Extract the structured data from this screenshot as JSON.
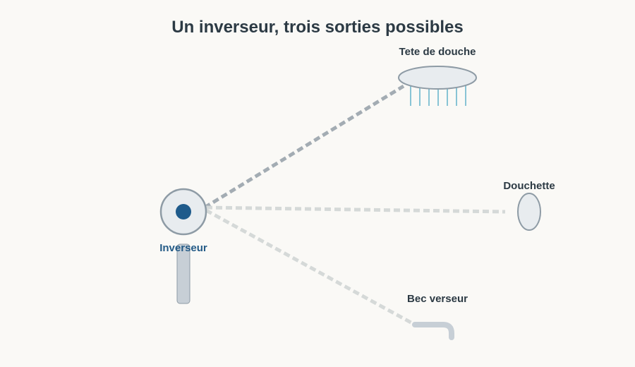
{
  "diagram": {
    "title": "Un inverseur, trois sorties possibles",
    "diverter": {
      "label": "Inverseur",
      "icon": "diverter-knob-icon"
    },
    "outputs": [
      {
        "key": "shower_head",
        "label": "Tete de douche",
        "icon": "shower-head-icon",
        "active": true
      },
      {
        "key": "hand_shower",
        "label": "Douchette",
        "icon": "hand-shower-icon",
        "active": false
      },
      {
        "key": "spout",
        "label": "Bec verseur",
        "icon": "spout-icon",
        "active": false
      }
    ],
    "colors": {
      "background": "#faf9f6",
      "title_text": "#2c3a44",
      "diverter_text": "#235a86",
      "diverter_dot": "#1f5b8b",
      "outline": "#8e9ba5",
      "fill_light": "#e8ecef",
      "active_path": "#a3acb3",
      "inactive_path": "#d5d9d8",
      "water": "#6cb6cd",
      "pipe": "#c7cfd6"
    }
  }
}
